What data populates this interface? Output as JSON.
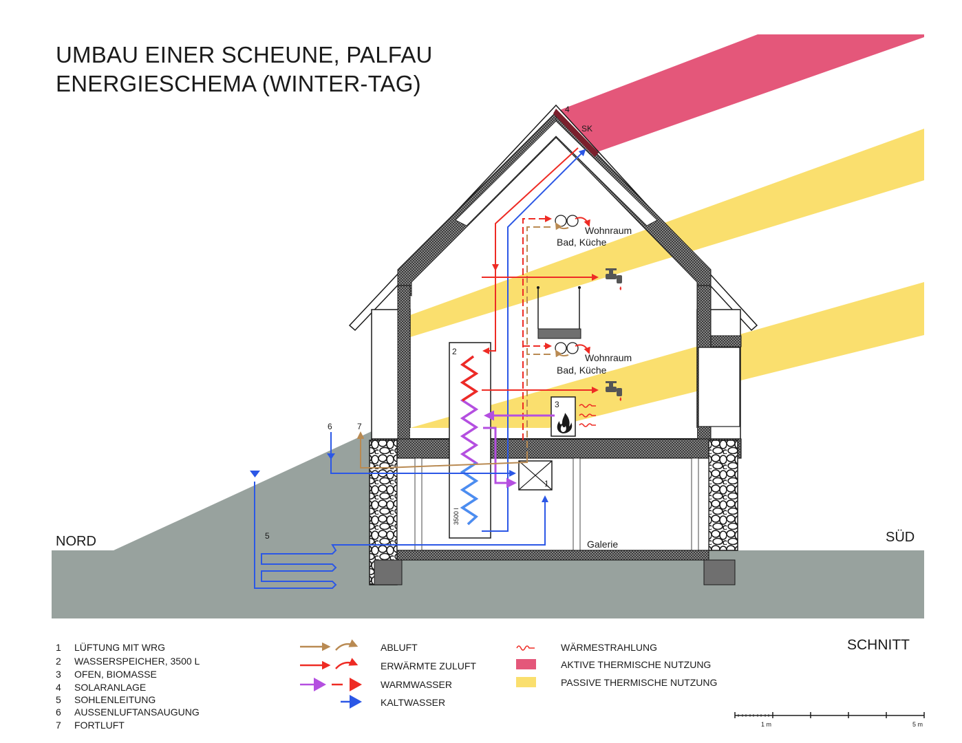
{
  "title": {
    "line1": "UMBAU EINER SCHEUNE, PALFAU",
    "line2": "ENERGIESCHEMA (WINTER-TAG)"
  },
  "orientation": {
    "north": "NORD",
    "south": "SÜD"
  },
  "drawing_labels": {
    "solar_number": "4",
    "solar_code": "SK",
    "room_upper_1": "Wohnraum",
    "room_upper_2": "Bad, Küche",
    "room_lower_1": "Wohnraum",
    "room_lower_2": "Bad, Küche",
    "storage_number": "2",
    "storage_volume": "3500 l",
    "stove_number": "3",
    "ventilation_number": "1",
    "outdoor_air_number": "6",
    "exhaust_number": "7",
    "ground_pipe_number": "5",
    "basement_room": "Galerie"
  },
  "legend": {
    "items": [
      {
        "num": "1",
        "label": "LÜFTUNG MIT WRG"
      },
      {
        "num": "2",
        "label": "WASSERSPEICHER, 3500 L"
      },
      {
        "num": "3",
        "label": "OFEN, BIOMASSE"
      },
      {
        "num": "4",
        "label": "SOLARANLAGE"
      },
      {
        "num": "5",
        "label": "SOHLENLEITUNG"
      },
      {
        "num": "6",
        "label": "AUSSENLUFTANSAUGUNG"
      },
      {
        "num": "7",
        "label": "FORTLUFT"
      }
    ],
    "flows": {
      "exhaust_air": "ABLUFT",
      "heated_supply_air": "ERWÄRMTE ZULUFT",
      "hot_water": "WARMWASSER",
      "cold_water": "KALTWASSER"
    },
    "energy": {
      "radiation": "WÄRMESTRAHLUNG",
      "active": "AKTIVE THERMISCHE NUTZUNG",
      "passive": "PASSIVE THERMISCHE NUTZUNG"
    }
  },
  "section_label": "SCHNITT",
  "scale": {
    "label_1": "1 m",
    "label_5": "5 m"
  },
  "colors": {
    "active_thermal": "#e4577a",
    "passive_thermal": "#fadf6e",
    "ground": "#98a29e",
    "exhaust_air": "#b98a52",
    "heated_supply_air": "#ee2b24",
    "hot_water": "#b44fe0",
    "cold_water": "#2b57e6",
    "insulation": "#6f6f6f"
  },
  "icons": [
    "water-tap-icon",
    "flame-icon",
    "heat-radiation-icon",
    "heat-recovery-unit-icon",
    "fan-icon"
  ]
}
